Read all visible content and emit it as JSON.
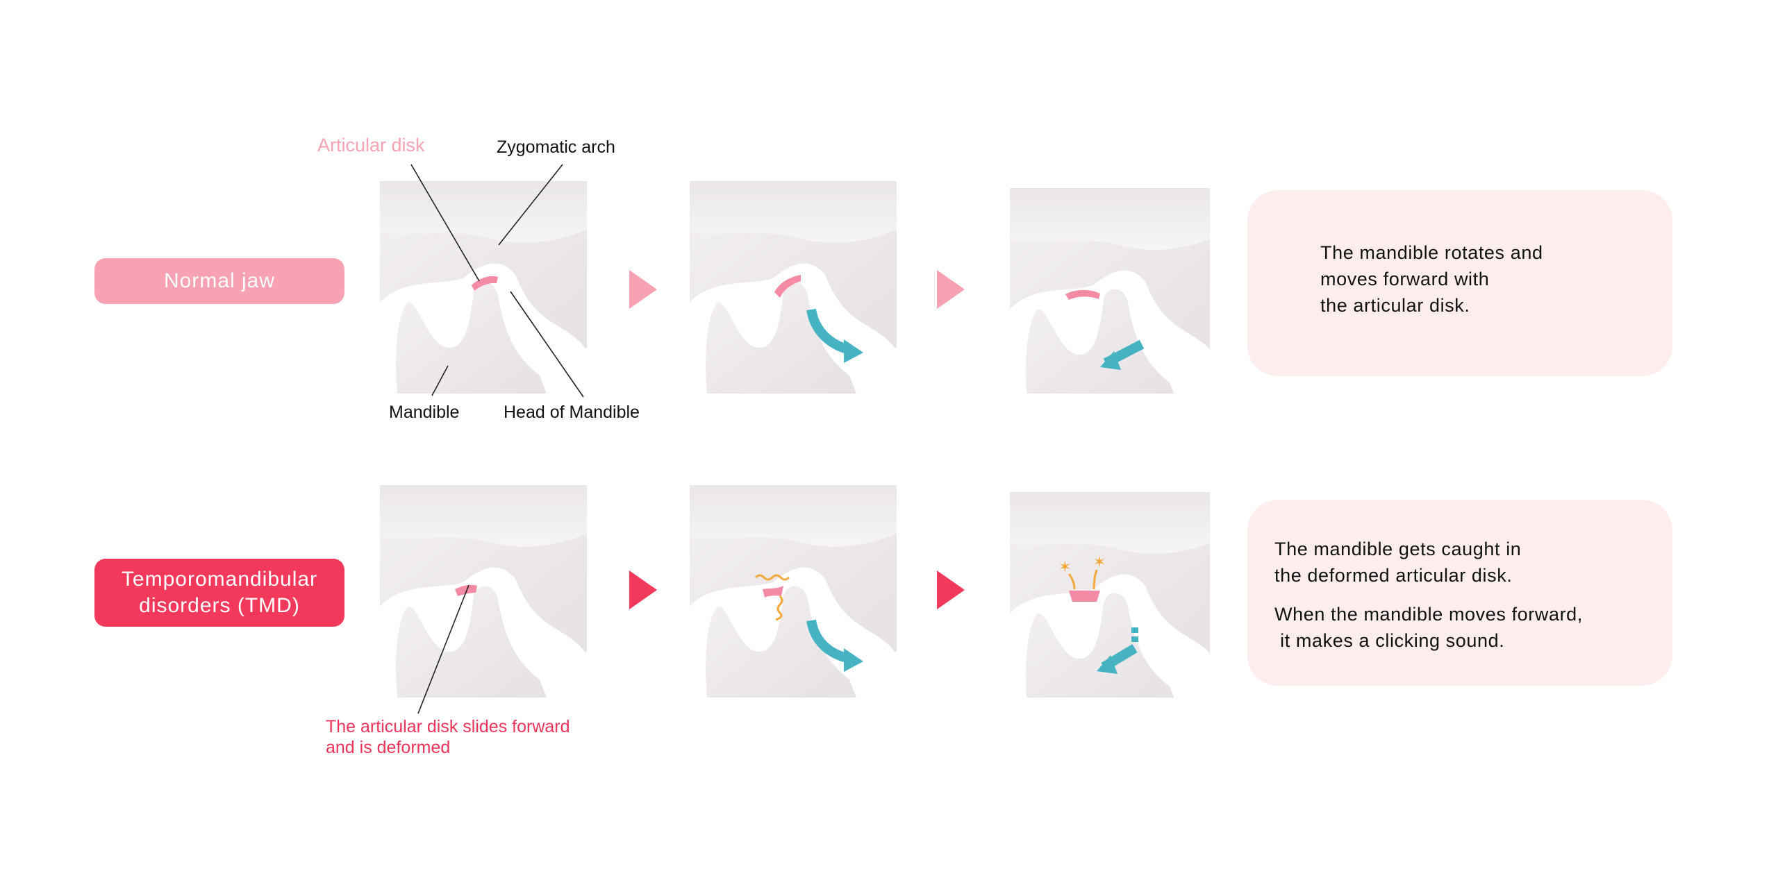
{
  "rows": {
    "normal": {
      "label": "Normal jaw",
      "description": [
        "The mandible rotates and",
        "moves forward with",
        "the articular disk."
      ]
    },
    "tmd": {
      "label_lines": [
        "Temporomandibular",
        "disorders (TMD)"
      ],
      "description_1": [
        "The mandible gets caught in",
        "the deformed articular disk."
      ],
      "description_2": [
        "When the mandible moves forward,",
        " it makes a clicking sound."
      ]
    }
  },
  "annotations": {
    "articular_disk": "Articular disk",
    "zygomatic_arch": "Zygomatic arch",
    "mandible": "Mandible",
    "head_of_mandible": "Head of Mandible",
    "tmd_caption": [
      "The articular disk slides forward",
      "and is deformed"
    ]
  },
  "colors": {
    "normal_accent": "#f7a2b3",
    "tmd_accent": "#f2385b",
    "arrow": "#45b3c2",
    "box_bg": "#fdeeed",
    "spark": "#f3a93a"
  }
}
